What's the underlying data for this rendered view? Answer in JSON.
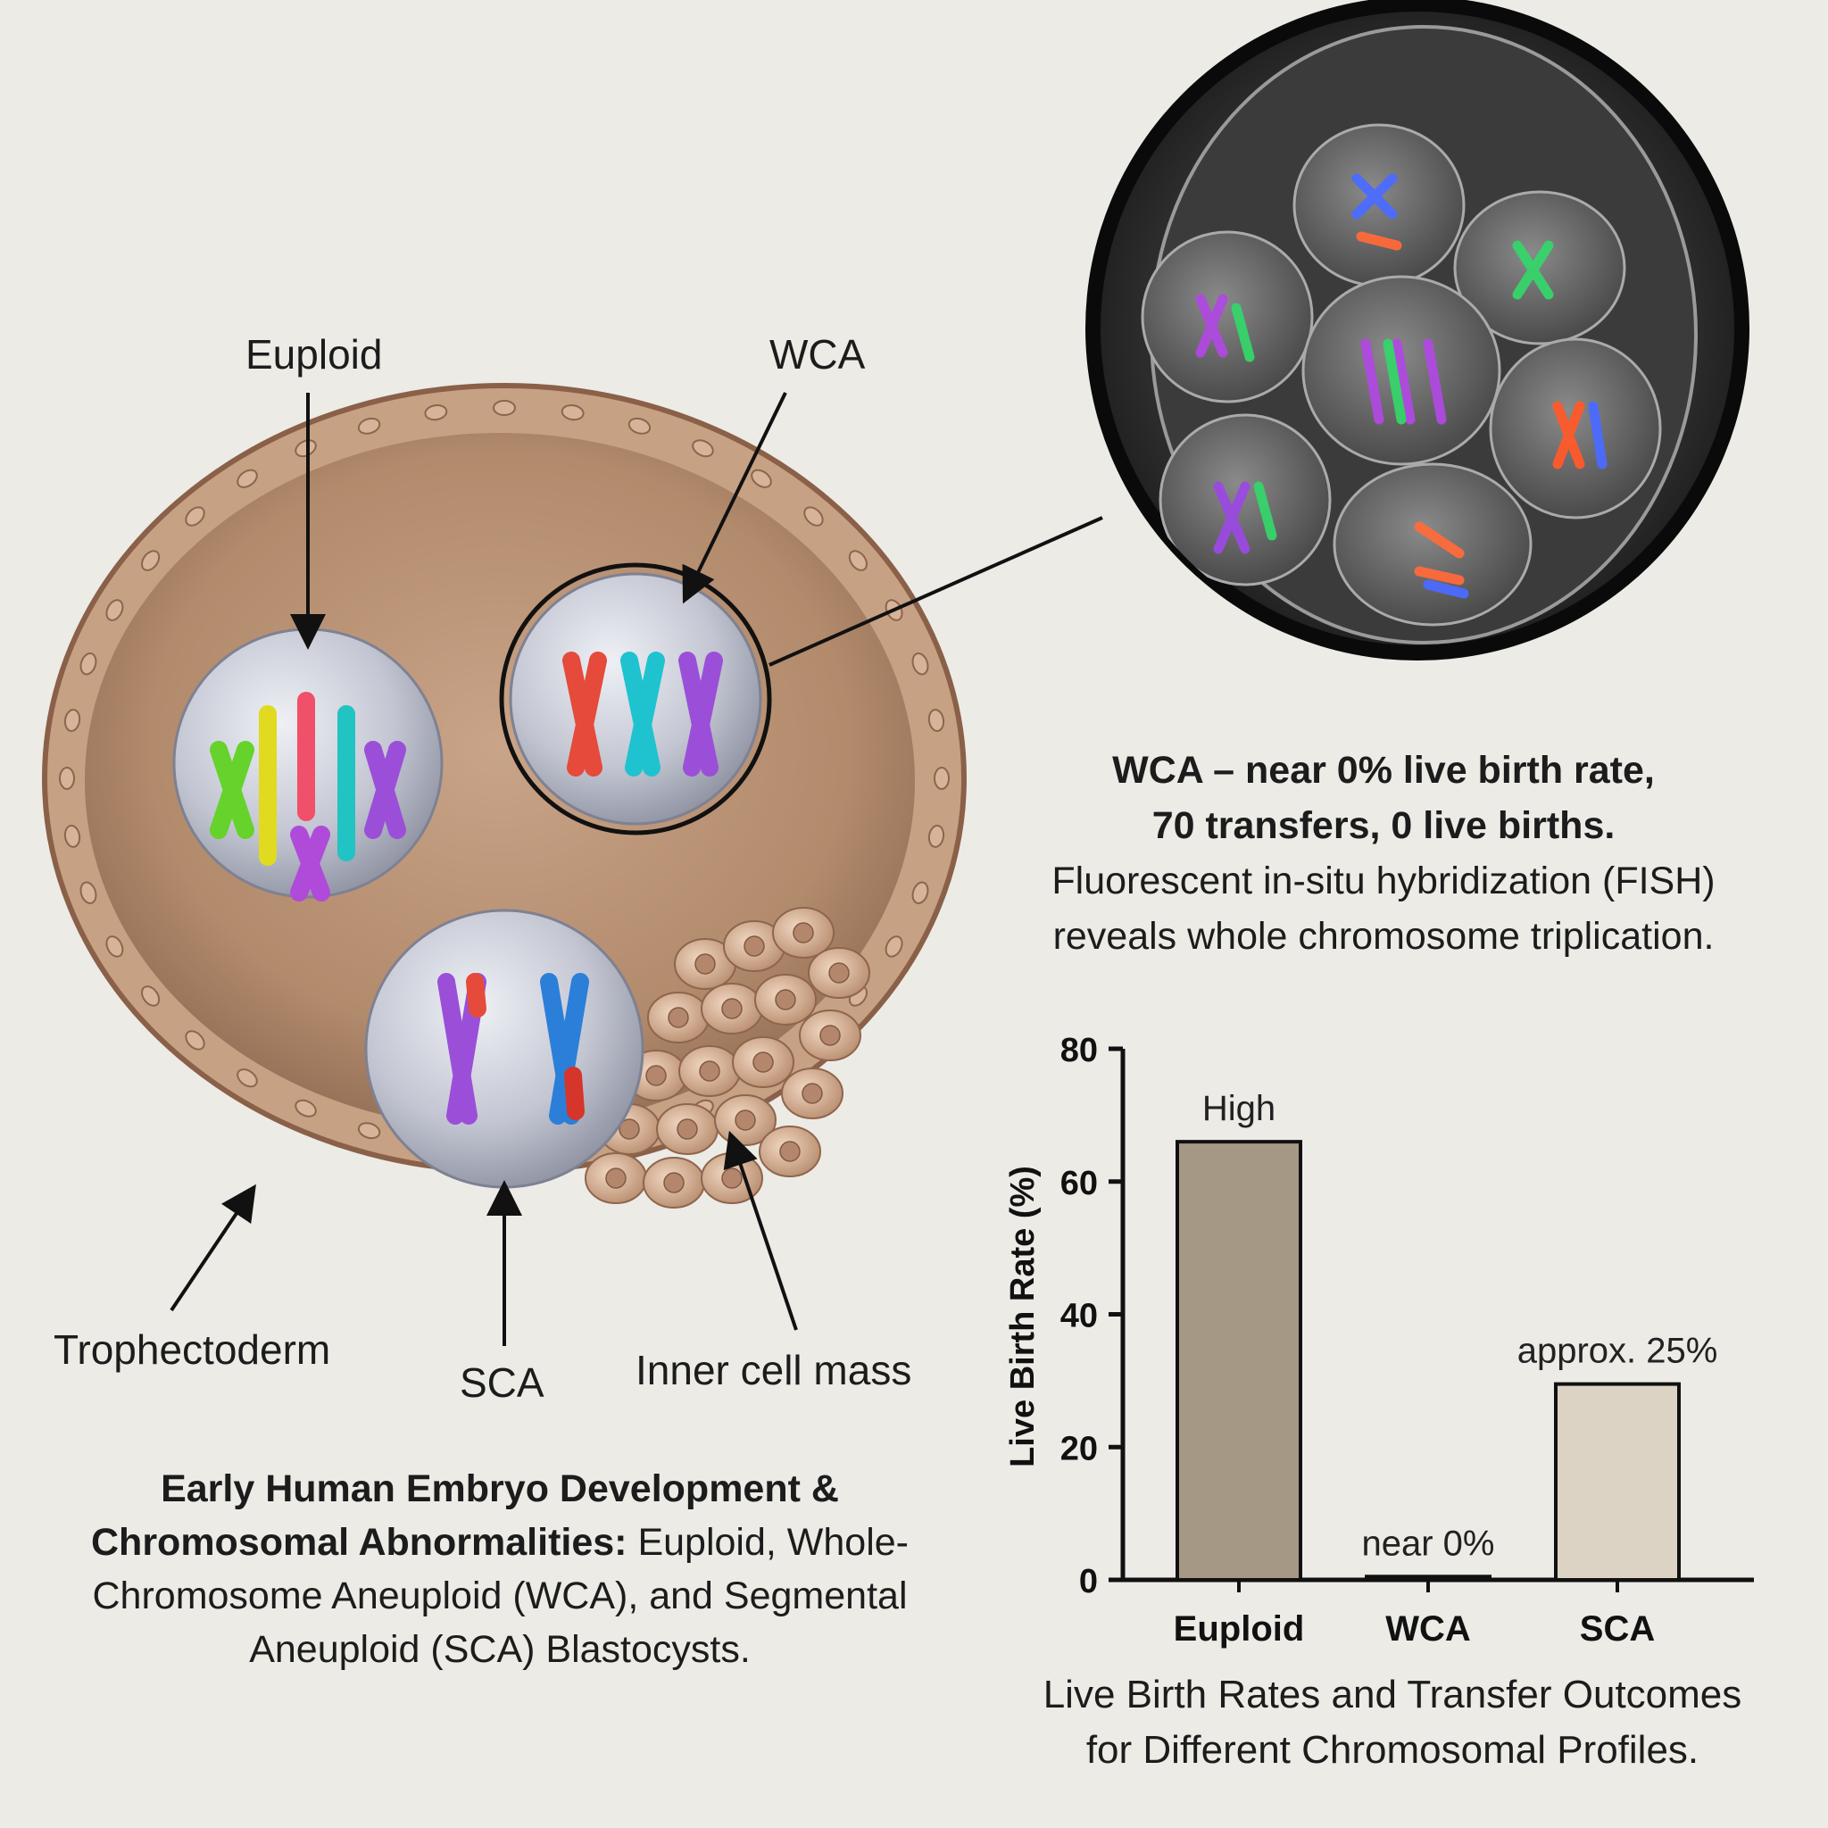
{
  "labels": {
    "euploid": "Euploid",
    "wca": "WCA",
    "trophectoderm": "Trophectoderm",
    "sca": "SCA",
    "inner_cell_mass": "Inner cell mass"
  },
  "caption_left": {
    "bold": "Early Human Embryo Development & Chromosomal Abnormalities:",
    "normal": "Euploid, Whole-Chromosome Aneuploid (WCA), and Segmental Aneuploid (SCA) Blastocysts."
  },
  "fish_caption": {
    "line1": "WCA – near 0% live birth rate,",
    "line2": "70 transfers, 0 live births.",
    "line3": "Fluorescent in-situ hybridization (FISH)",
    "line4": "reveals whole chromosome triplication."
  },
  "chart_caption": {
    "line1": "Live Birth Rates and Transfer Outcomes",
    "line2": "for Different Chromosomal Profiles."
  },
  "colors": {
    "background": "#ecebe6",
    "euploid_bar": "#a59986",
    "wca_bar": "#2a2a2a",
    "sca_bar": "#ddd3c4",
    "embryo_wall": "#c49a7a",
    "blastocoel": "#b88f72"
  },
  "chart_data": {
    "type": "bar",
    "categories": [
      "Euploid",
      "WCA",
      "SCA"
    ],
    "values": [
      66,
      0.5,
      29.5
    ],
    "bar_labels": [
      "High",
      "near 0%",
      "approx. 25%"
    ],
    "ylabel": "Live Birth Rate (%)",
    "xlabel": "",
    "ylim": [
      0,
      80
    ],
    "yticks": [
      0,
      20,
      40,
      60,
      80
    ],
    "grid": false,
    "legend": "none"
  }
}
